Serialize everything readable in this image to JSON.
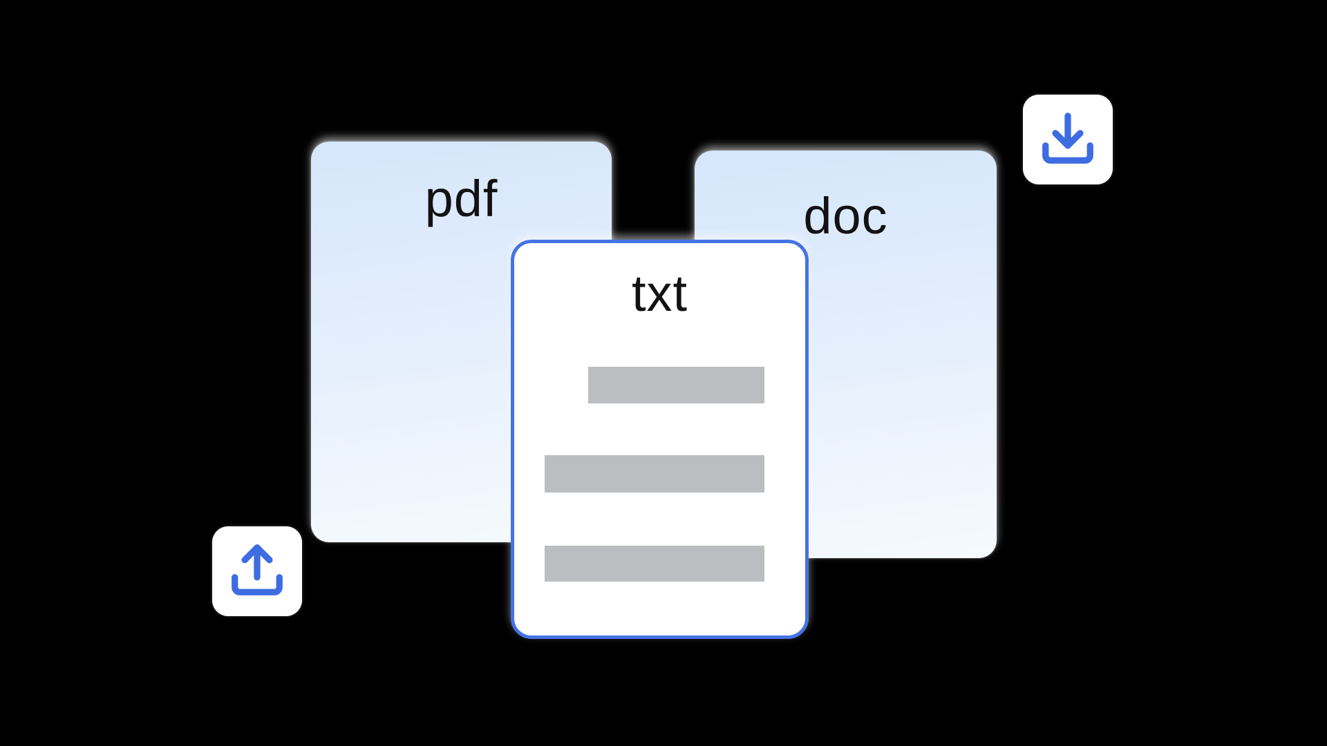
{
  "illustration": {
    "cards": [
      {
        "id": "pdf",
        "label": "pdf"
      },
      {
        "id": "doc",
        "label": "doc"
      },
      {
        "id": "txt",
        "label": "txt",
        "placeholder_line_count": 3
      }
    ],
    "buttons": [
      {
        "id": "upload",
        "icon": "upload-icon"
      },
      {
        "id": "download",
        "icon": "download-icon"
      }
    ],
    "colors": {
      "background": "#000000",
      "card_gradient_top": "#d5e6fb",
      "card_gradient_bottom": "#f6fafe",
      "txt_card_background": "#ffffff",
      "txt_card_border": "#4573e6",
      "icon_blue": "#3e6ce1",
      "button_background": "#ffffff",
      "placeholder_bar_gray": "#bbbdc1",
      "label_text": "#121212"
    }
  }
}
